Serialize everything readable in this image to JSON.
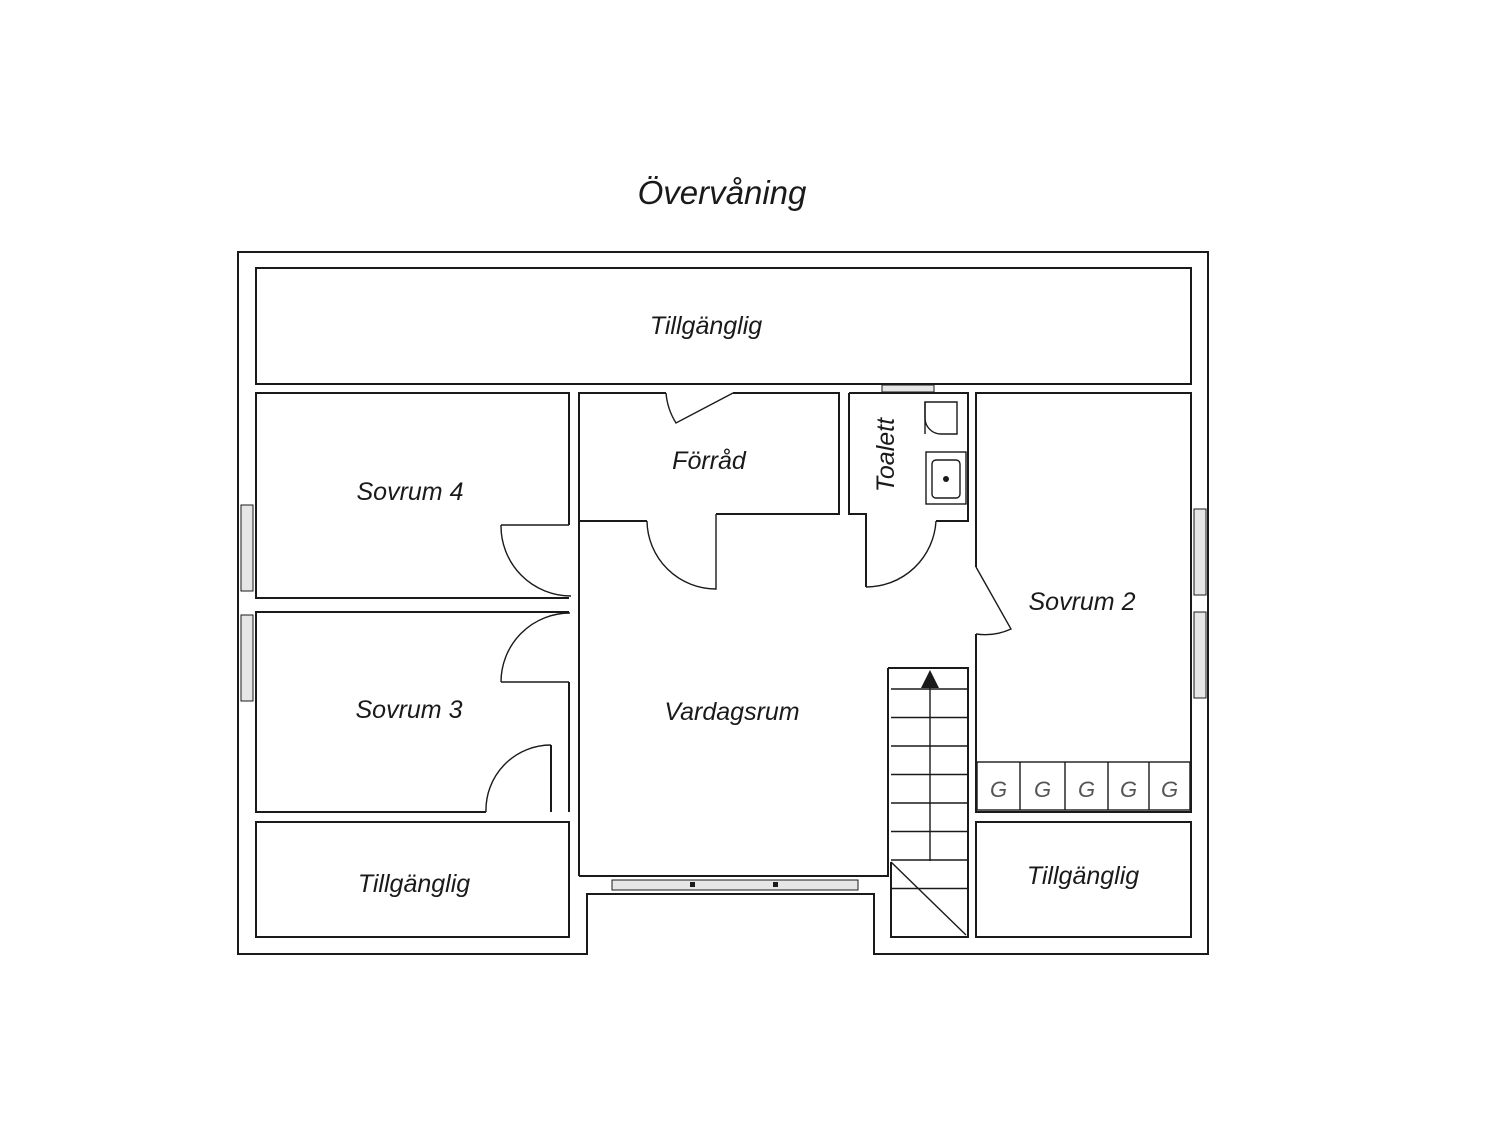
{
  "title": "Övervåning",
  "rooms": {
    "tillganglig_top": "Tillgänglig",
    "sovrum4": "Sovrum 4",
    "forrad": "Förråd",
    "toalett": "Toalett",
    "sovrum2": "Sovrum 2",
    "sovrum3": "Sovrum 3",
    "vardagsrum": "Vardagsrum",
    "tillganglig_bottom_left": "Tillgänglig",
    "tillganglig_bottom_right": "Tillgänglig"
  },
  "wardrobe_labels": [
    "G",
    "G",
    "G",
    "G",
    "G"
  ],
  "colors": {
    "wall": "#1a1a1a",
    "window": "#e6e6e6",
    "background": "#ffffff"
  }
}
